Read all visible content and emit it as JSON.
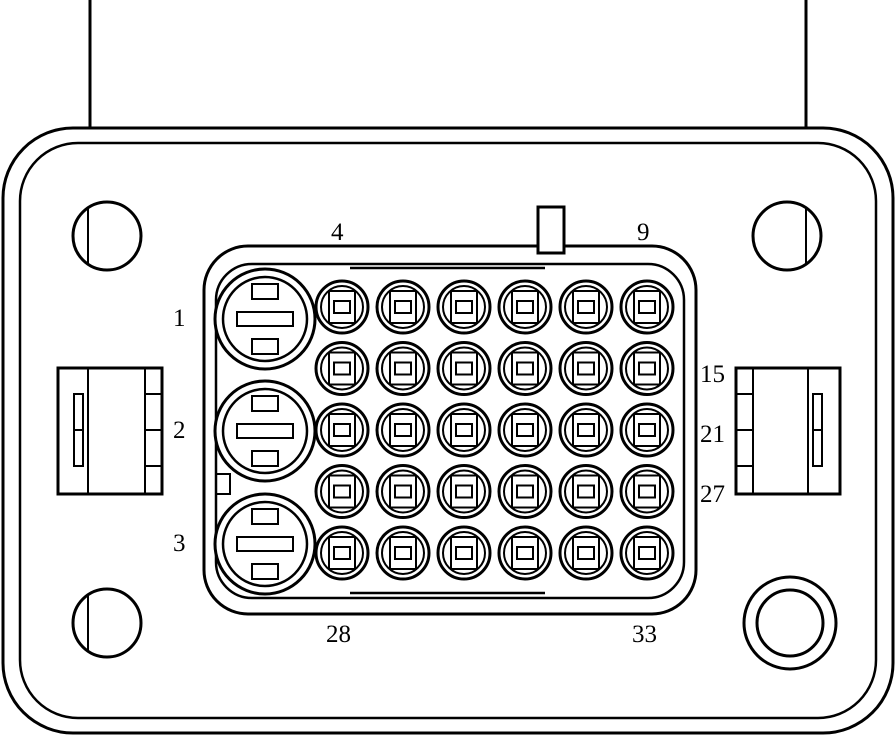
{
  "connector": {
    "pin_labels": {
      "top_left": "4",
      "top_right": "9",
      "left_upper": "1",
      "left_middle": "2",
      "left_lower": "3",
      "right_upper": "15",
      "right_middle": "21",
      "right_lower": "27",
      "bottom_left": "28",
      "bottom_right": "33"
    },
    "large_cavities": 3,
    "small_cavity_rows": 5,
    "small_cavity_columns": 6
  },
  "colors": {
    "line": "#000000",
    "fill": "#ffffff"
  }
}
